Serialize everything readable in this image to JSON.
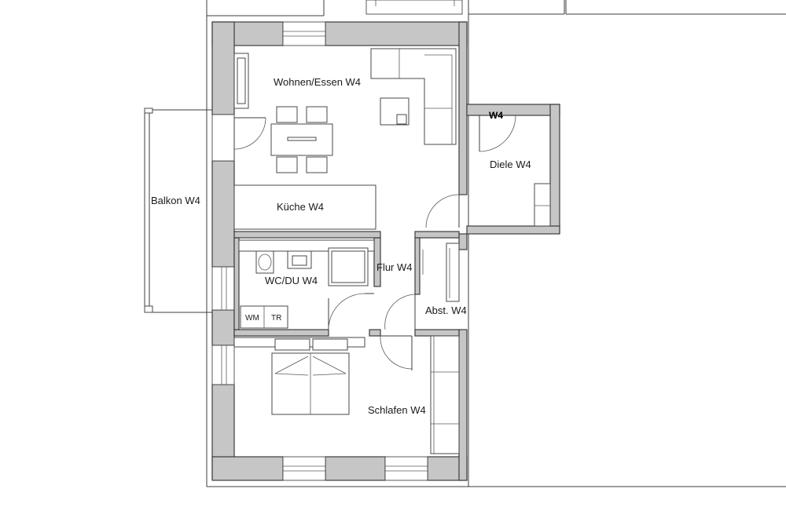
{
  "rooms": {
    "wohnen": "Wohnen/Essen  W4",
    "kueche": "Küche W4",
    "wcdu": "WC/DU W4",
    "flur": "Flur W4",
    "diele": "Diele W4",
    "abst": "Abst. W4",
    "schlafen": "Schlafen W4",
    "balkon": "Balkon W4",
    "entrance": "W4"
  },
  "appliances": {
    "wm": "WM",
    "tr": "TR"
  },
  "colors": {
    "wall": "#c6c6c6",
    "line": "#3c3c3c"
  }
}
